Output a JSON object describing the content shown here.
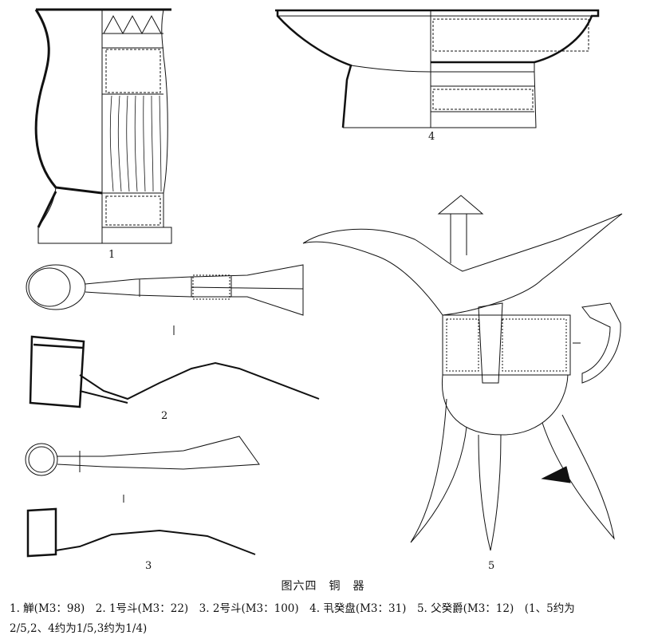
{
  "figure": {
    "labels": [
      "1",
      "2",
      "3",
      "4",
      "5"
    ],
    "title": "图六四　铜　器",
    "caption_line1": "1. 觯(M3：98)　2. 1号斗(M3：22)　3. 2号斗(M3：100)　4. 丮癸盘(M3：31)　5. 父癸爵(M3：12)　(1、5约为",
    "caption_line2": "2/5,2、4约为1/5,3约为1/4)"
  }
}
